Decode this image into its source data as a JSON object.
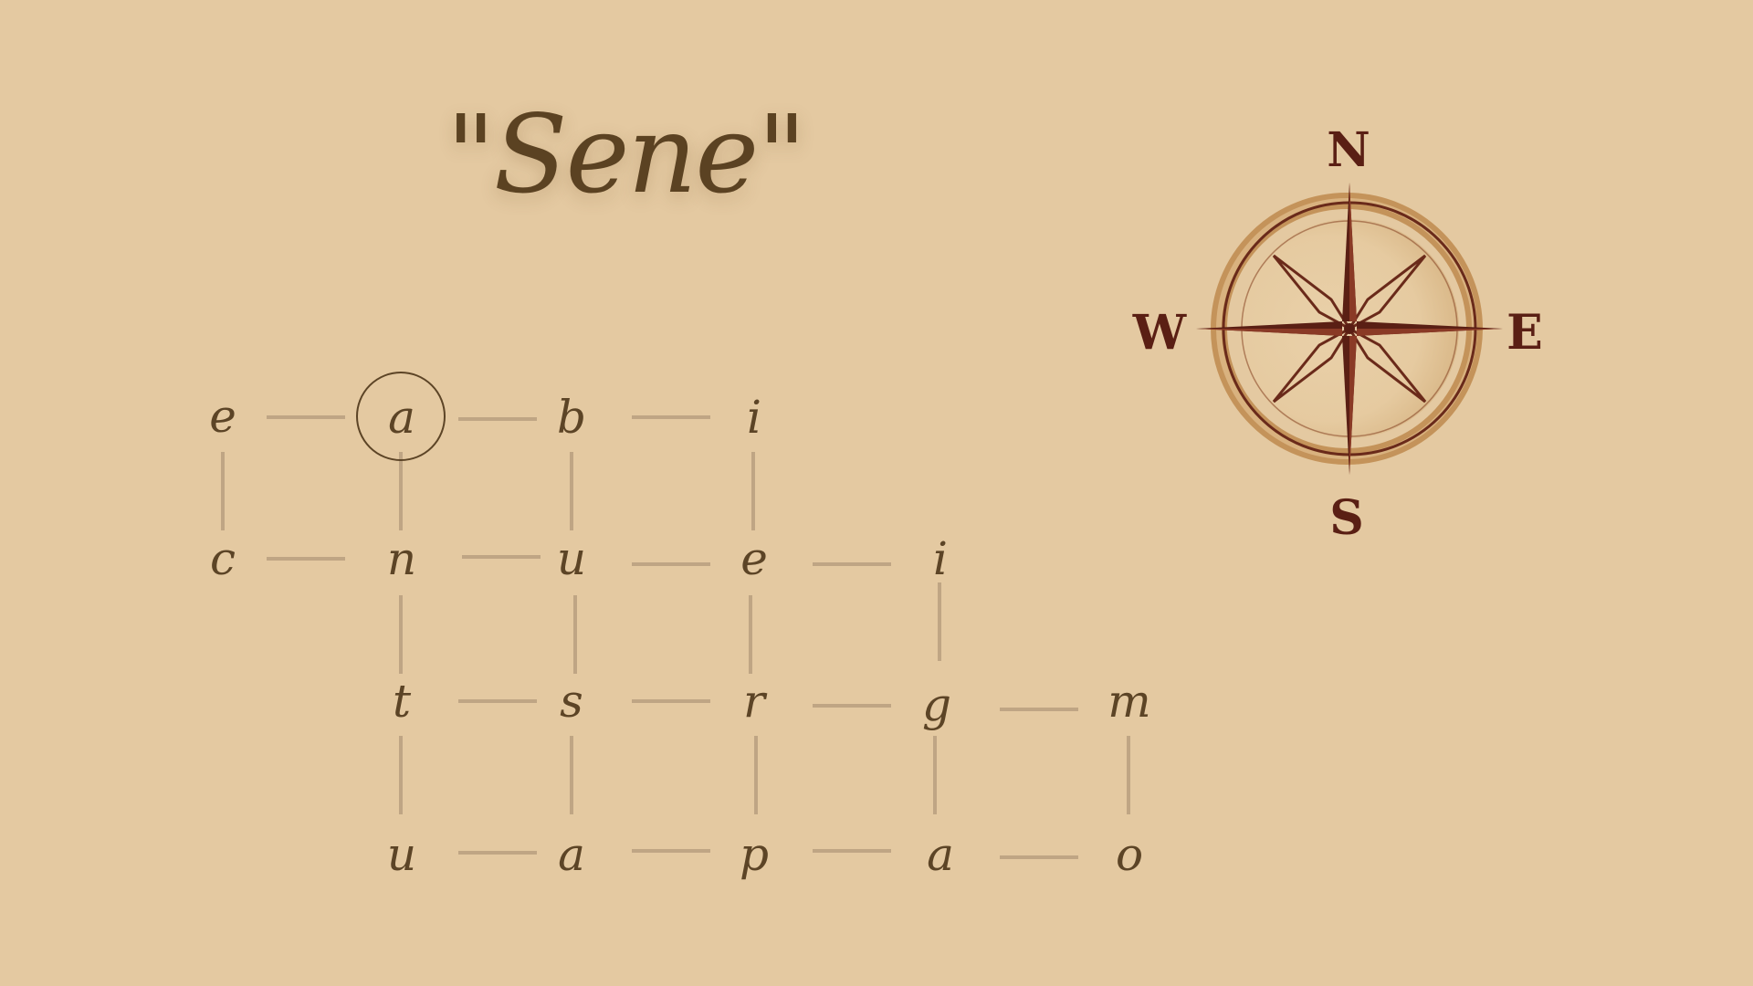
{
  "title": "\"Sene\"",
  "compass": {
    "north": "N",
    "south": "S",
    "east": "E",
    "west": "W",
    "icon": "compass-rose-icon"
  },
  "grid": {
    "selected": "r0c1",
    "letters": {
      "r0c0": "e",
      "r0c1": "a",
      "r0c2": "b",
      "r0c3": "i",
      "r1c0": "c",
      "r1c1": "n",
      "r1c2": "u",
      "r1c3": "e",
      "r1c4": "i",
      "r2c1": "t",
      "r2c2": "s",
      "r2c3": "r",
      "r2c4": "g",
      "r2c5": "m",
      "r3c1": "u",
      "r3c2": "a",
      "r3c3": "p",
      "r3c4": "a",
      "r3c5": "o"
    }
  },
  "colors": {
    "background": "#e4c9a1",
    "ink": "#5c4426",
    "line": "#bfa584",
    "compass": "#5a1f14"
  }
}
